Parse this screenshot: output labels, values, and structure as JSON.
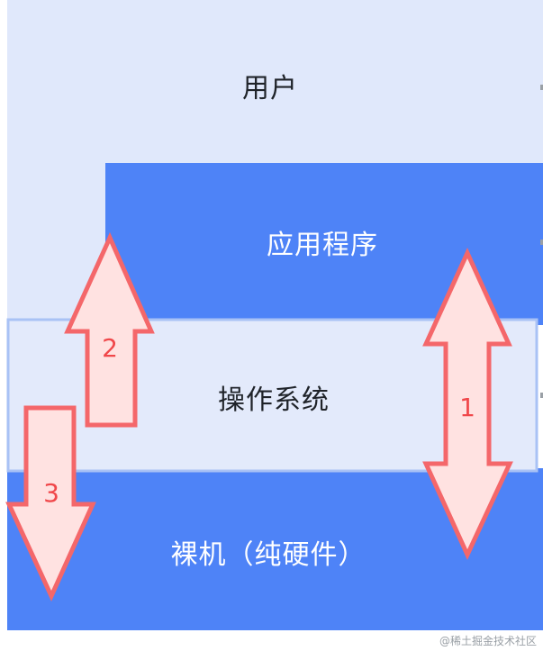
{
  "layers": {
    "user": "用户",
    "application": "应用程序",
    "os": "操作系统",
    "hardware": "裸机（纯硬件）"
  },
  "arrows": {
    "arrow1": "1",
    "arrow2": "2",
    "arrow3": "3"
  },
  "watermark": "@稀土掘金技术社区",
  "colors": {
    "light_layer": "#e0e8fb",
    "dark_layer": "#4e83f7",
    "os_border": "#a9c2f5",
    "arrow_fill": "#ffe2e1",
    "arrow_stroke": "#f4676a",
    "arrow_text": "#f0474a"
  }
}
